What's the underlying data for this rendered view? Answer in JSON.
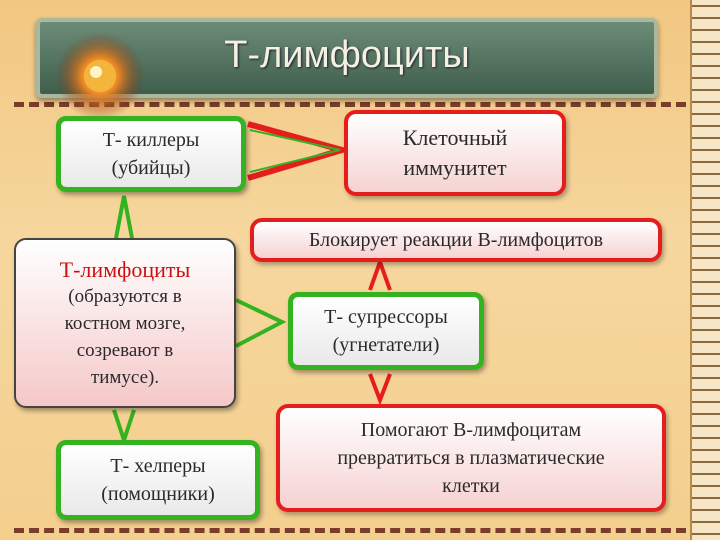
{
  "title": "Т-лимфоциты",
  "boxes": {
    "killers": {
      "line1": "Т- киллеры",
      "line2": "(убийцы)"
    },
    "cellular": {
      "line1": "Клеточный",
      "line2": "иммунитет"
    },
    "blocks": {
      "text": "Блокирует реакции В-лимфоцитов"
    },
    "tcells": {
      "heading": "Т-лимфоциты",
      "line1": "(образуются в",
      "line2": "костном мозге,",
      "line3": "созревают в",
      "line4": "тимусе)."
    },
    "suppressors": {
      "line1": "Т- супрессоры",
      "line2": "(угнетатели)"
    },
    "helpers": {
      "line1": "Т- хелперы",
      "line2": "(помощники)"
    },
    "helps": {
      "line1": "Помогают В-лимфоцитам",
      "line2": "превратиться в плазматические",
      "line3": "клетки"
    }
  },
  "colors": {
    "green": "#35b21f",
    "red": "#e51d1d",
    "title_bg": "#4e6d59"
  }
}
